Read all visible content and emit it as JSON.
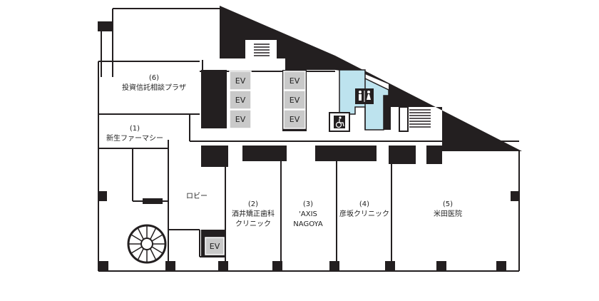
{
  "floor_plan": {
    "rooms": [
      {
        "id": "toshi",
        "number": "(6)",
        "name": "投資信託相談プラザ"
      },
      {
        "id": "shinsei",
        "number": "(1)",
        "name": "新生ファーマシー"
      },
      {
        "id": "sakai",
        "number": "(2)",
        "name": "酒井矯正歯科",
        "name2": "クリニック"
      },
      {
        "id": "axis",
        "number": "(3)",
        "name": "'AXIS",
        "name2": "NAGOYA"
      },
      {
        "id": "hikosaka",
        "number": "(4)",
        "name": "彦坂クリニック"
      },
      {
        "id": "yoneda",
        "number": "(5)",
        "name": "米田医院"
      }
    ],
    "lobby": "ロビー",
    "elevator_label": "EV",
    "colors": {
      "wall": "#231f20",
      "restroom": "#bde3ee",
      "elevator": "#c9c9c9",
      "background": "#ffffff"
    },
    "icons": [
      "restroom-icon",
      "wheelchair-icon",
      "stairs-icon",
      "spiral-stairs-icon"
    ]
  }
}
